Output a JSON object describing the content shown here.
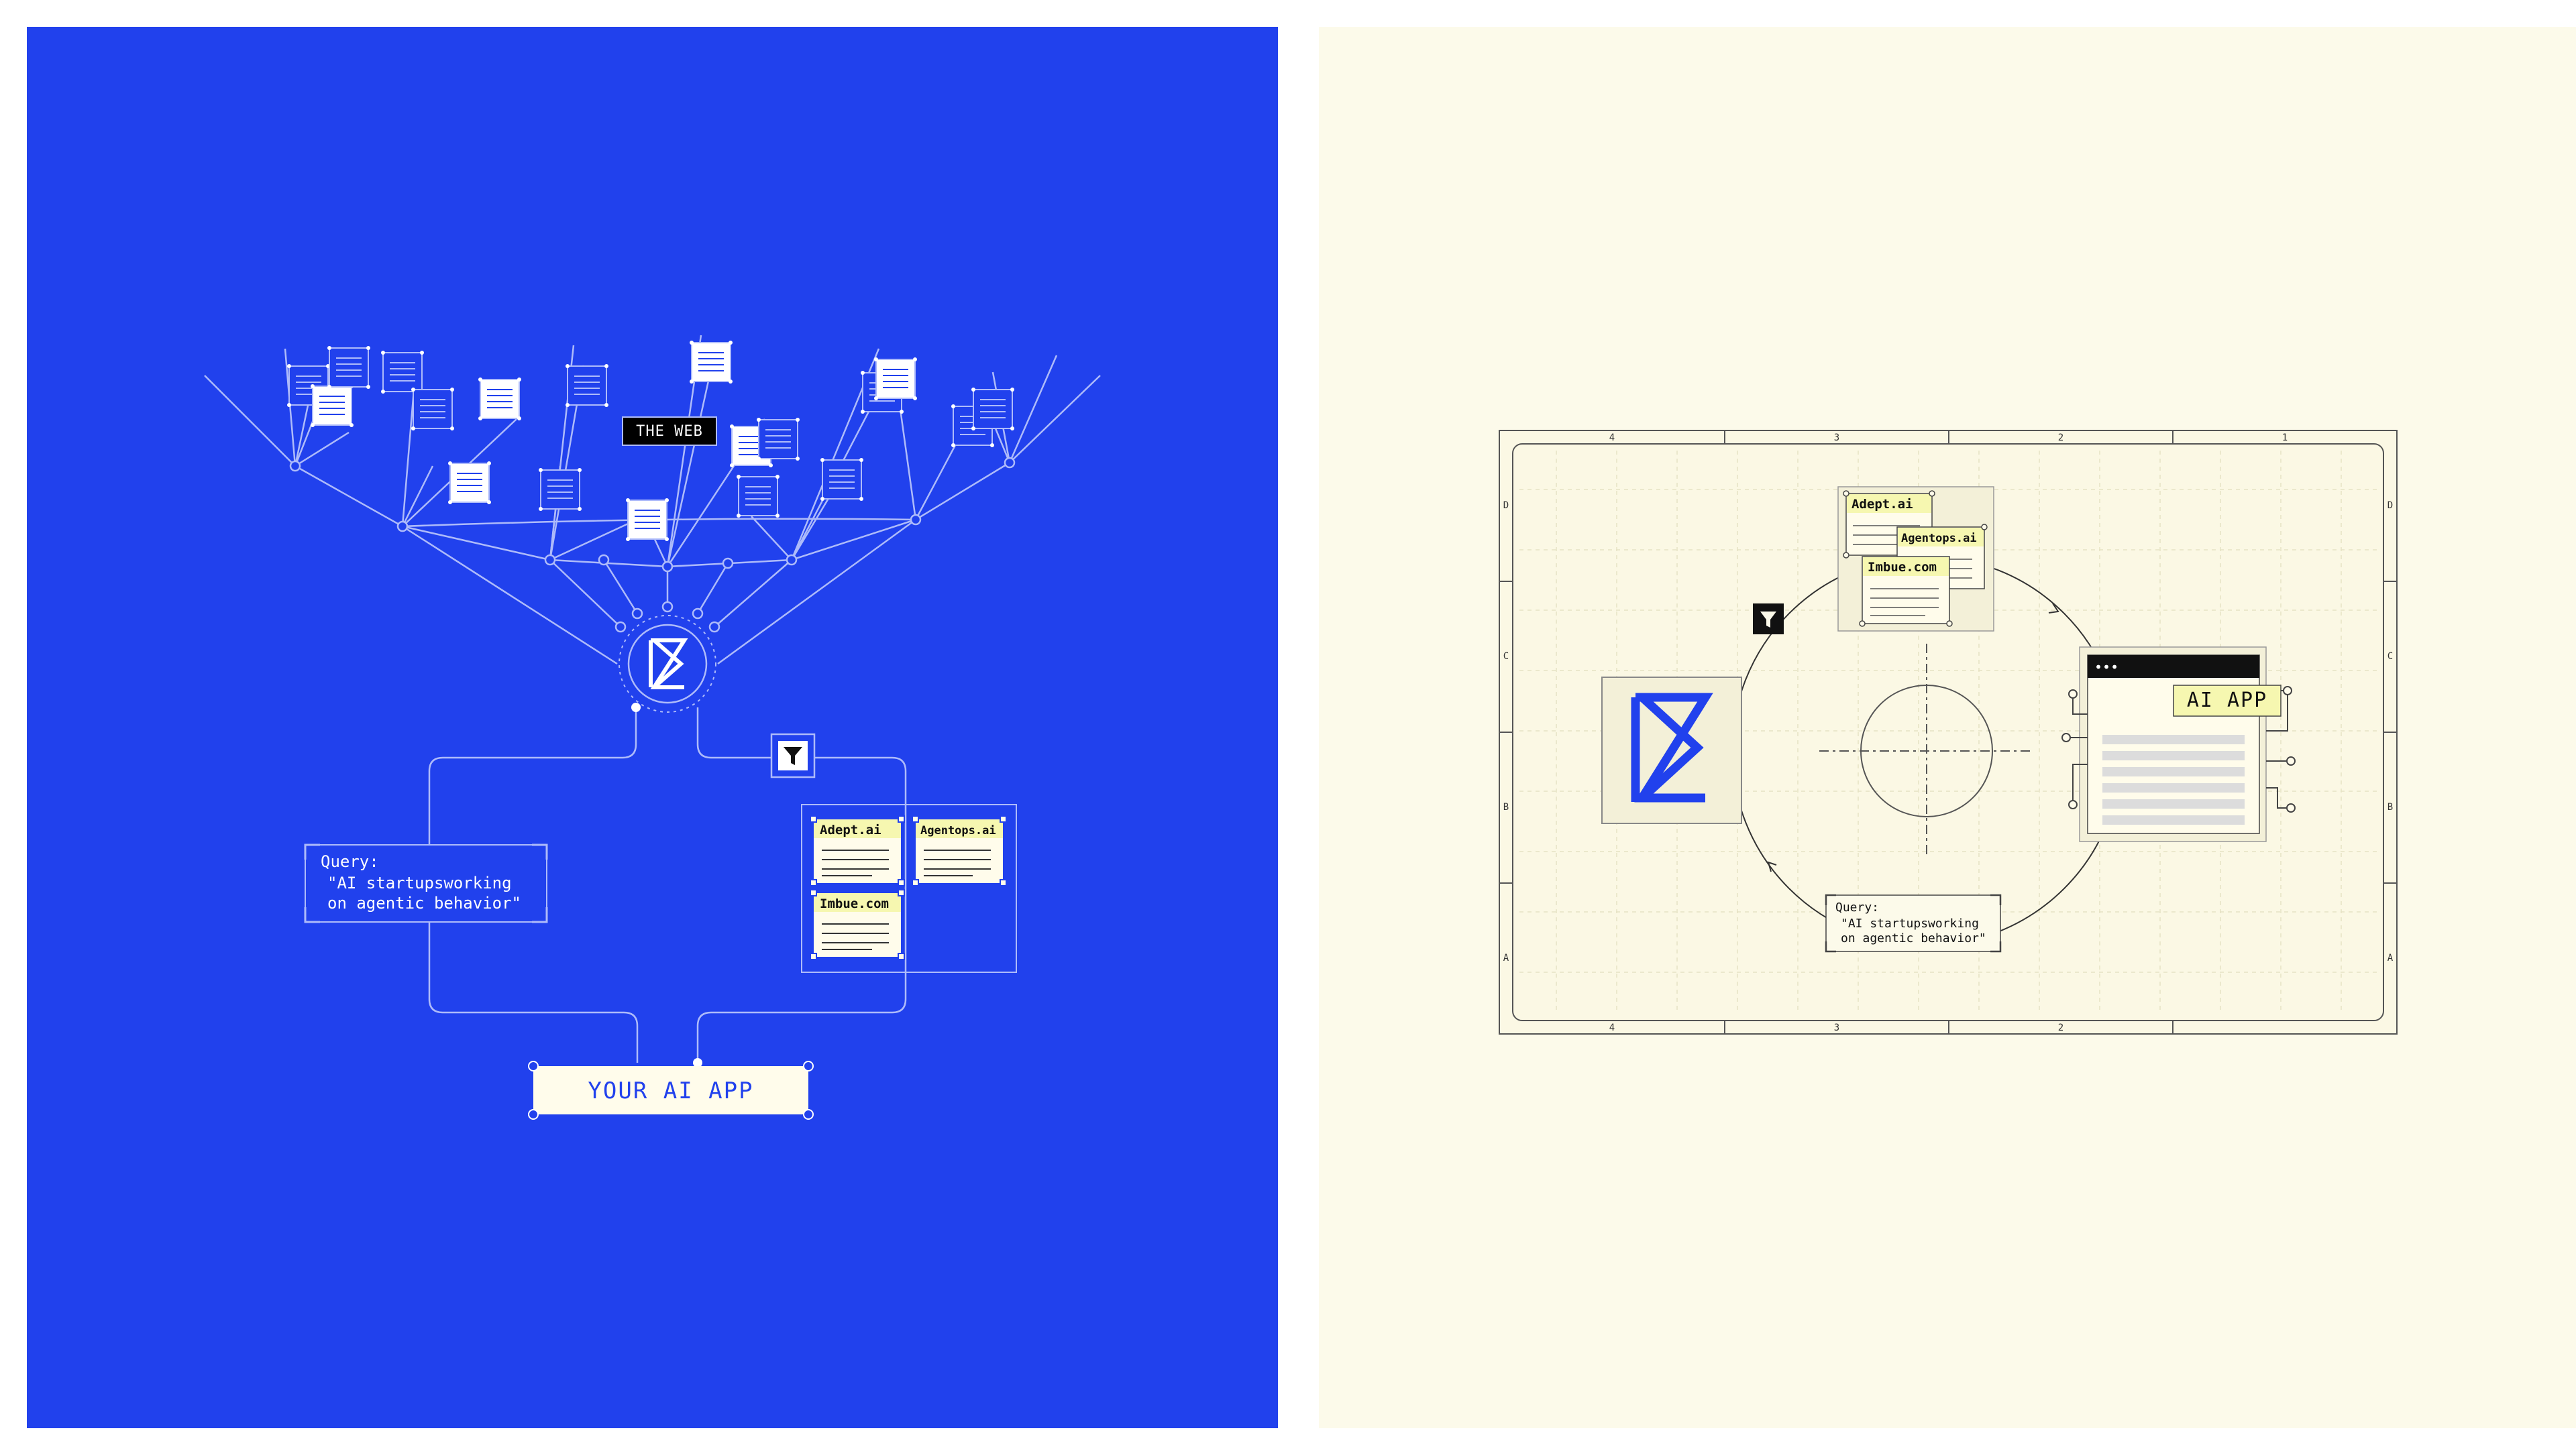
{
  "colors": {
    "blue_bg": "#2141ED",
    "cream_bg": "#FCFAEA",
    "line_light": "#AEBBFA",
    "paper": "#FFFCEB",
    "ink": "#111111",
    "label_yellow": "#F6F7B0",
    "app_blue_text": "#2141ED",
    "gray_bar": "#DCDCDC"
  },
  "left_panel": {
    "web_label": "THE WEB",
    "query_label": "Query:",
    "query_text_line1": "\"AI startupsworking",
    "query_text_line2": "on agentic behavior\"",
    "results": [
      "Adept.ai",
      "Agentops.ai",
      "Imbue.com"
    ],
    "app_label": "YOUR AI APP",
    "icons": [
      "exa-logo-icon",
      "filter-icon"
    ]
  },
  "right_panel": {
    "columns_top": [
      "4",
      "3",
      "2",
      "1"
    ],
    "columns_bottom": [
      "4",
      "3",
      "2"
    ],
    "rows": [
      "D",
      "C",
      "B",
      "A"
    ],
    "results": [
      "Adept.ai",
      "Agentops.ai",
      "Imbue.com"
    ],
    "app_label": "AI APP",
    "window_dots": "•••",
    "query_label": "Query:",
    "query_text_line1": "\"AI startupsworking",
    "query_text_line2": "on agentic behavior\"",
    "icons": [
      "exa-logo-icon",
      "filter-icon"
    ]
  }
}
